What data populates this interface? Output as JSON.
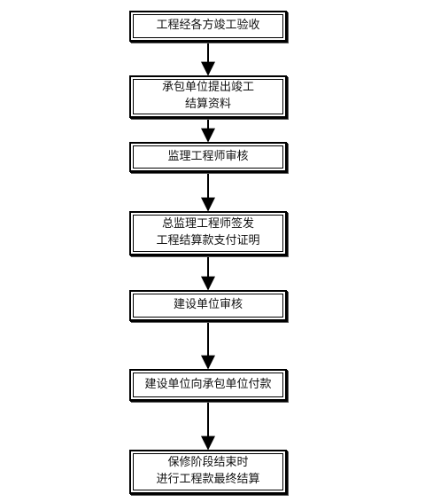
{
  "flowchart": {
    "nodes": [
      {
        "id": "n1",
        "lines": [
          "工程经各方竣工验收"
        ]
      },
      {
        "id": "n2",
        "lines": [
          "承包单位提出竣工",
          "结算资料"
        ]
      },
      {
        "id": "n3",
        "lines": [
          "监理工程师审核"
        ]
      },
      {
        "id": "n4",
        "lines": [
          "总监理工程师签发",
          "工程结算款支付证明"
        ]
      },
      {
        "id": "n5",
        "lines": [
          "建设单位审核"
        ]
      },
      {
        "id": "n6",
        "lines": [
          "建设单位向承包单位付款"
        ]
      },
      {
        "id": "n7",
        "lines": [
          "保修阶段结束时",
          "进行工程款最终结算"
        ]
      }
    ],
    "edges": [
      {
        "from": "n1",
        "to": "n2"
      },
      {
        "from": "n2",
        "to": "n3"
      },
      {
        "from": "n3",
        "to": "n4"
      },
      {
        "from": "n4",
        "to": "n5"
      },
      {
        "from": "n5",
        "to": "n6"
      },
      {
        "from": "n6",
        "to": "n7"
      }
    ]
  }
}
